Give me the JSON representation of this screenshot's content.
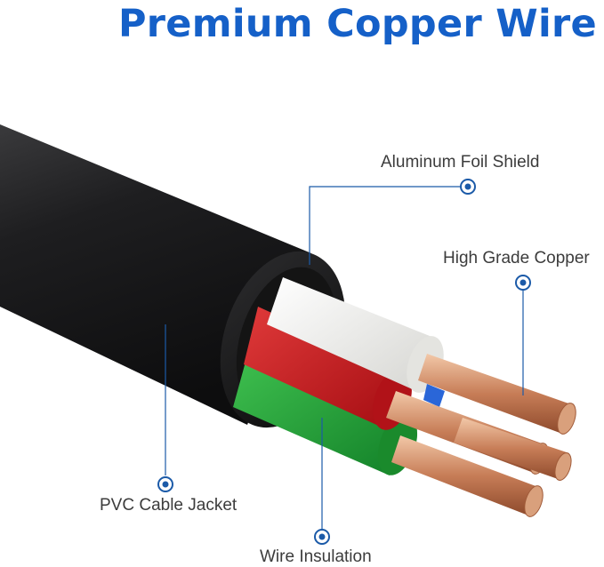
{
  "title": "Premium Copper Wire",
  "labels": {
    "foil_shield": "Aluminum Foil Shield",
    "copper": "High Grade Copper",
    "jacket": "PVC Cable Jacket",
    "insulation": "Wire Insulation"
  },
  "colors": {
    "title": "#1560c8",
    "callout": "#1b5aa8",
    "jacket": "#1d1d1f",
    "copper": "#c9825f",
    "red_wire": "#c8161c",
    "green_wire": "#1f9d32",
    "white_wire": "#f0f0ec",
    "blue_wire": "#2a66d8"
  }
}
